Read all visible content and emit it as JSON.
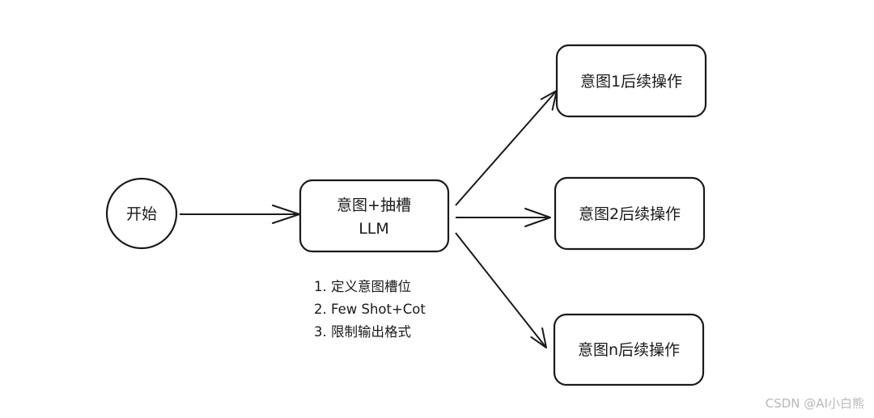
{
  "diagram": {
    "start": "开始",
    "llm": {
      "line1": "意图+抽槽",
      "line2": "LLM"
    },
    "notes": [
      "1. 定义意图槽位",
      "2. Few Shot+Cot",
      "3. 限制输出格式"
    ],
    "outcomes": [
      "意图1后续操作",
      "意图2后续操作",
      "意图n后续操作"
    ]
  },
  "watermark": "CSDN @AI小白熊"
}
